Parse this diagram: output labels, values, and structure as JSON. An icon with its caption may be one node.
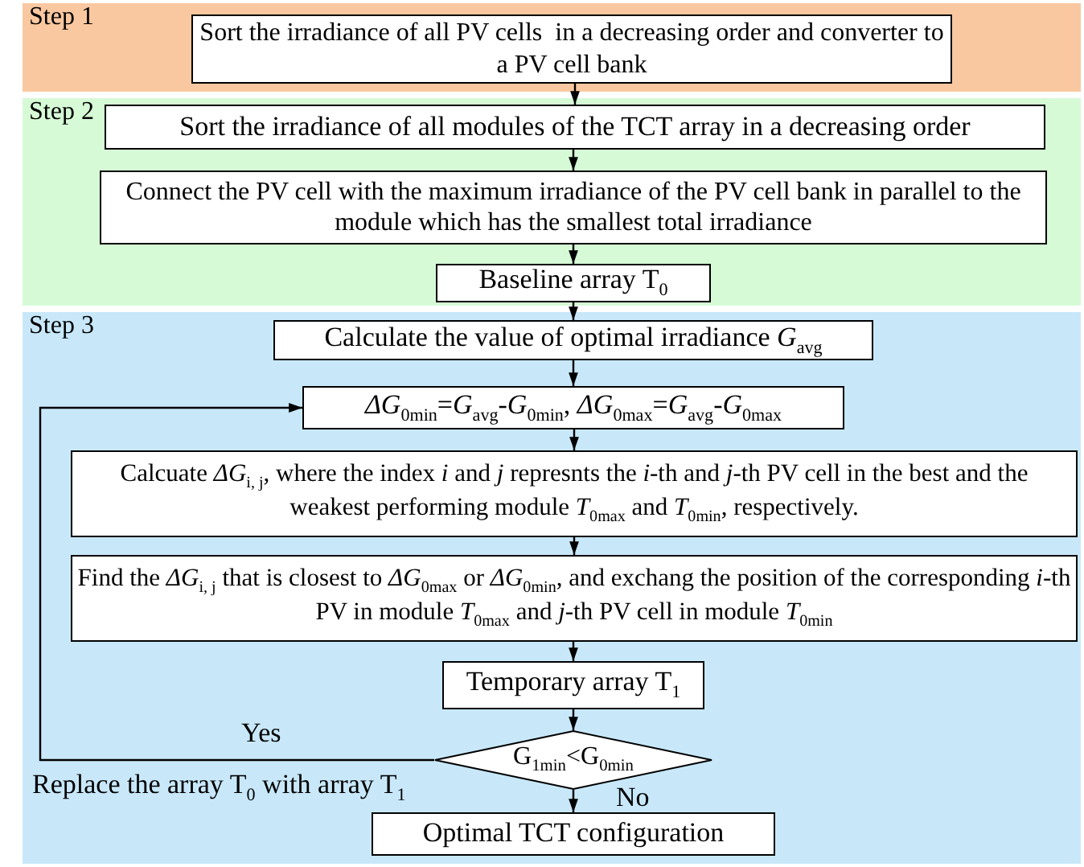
{
  "diagram": {
    "nodes": [
      {
        "text": [
          "Step 1"
        ]
      },
      {
        "text": [
          "Sort the irradiance of all PV cells  in a decreasing order and converter to a PV cell bank"
        ],
        "in": 0
      },
      {
        "text": [
          "Step 2"
        ]
      },
      {
        "text": [
          "Sort the irradiance of all modules of the TCT array in a decreasing order"
        ],
        "in": 2
      },
      {
        "text": [
          "Connect the PV cell with the maximum irradiance of the PV cell bank in parallel to the module which has the smallest total irradiance"
        ],
        "in": 2
      },
      {
        "text": [
          "Baseline array T$_{0}$"
        ],
        "in": 2
      },
      {
        "text": [
          "Step 3"
        ]
      },
      {
        "text": [
          "Calculate the value of optimal irradiance *G*$_{avg}$"
        ],
        "in": 6
      },
      {
        "text": [
          "*ΔG*$_{0min}$=*G*$_{avg}$-*G*$_{0min}$, *ΔG*$_{0max}$=*G*$_{avg}$-*G*$_{0max}$"
        ],
        "in": 6
      },
      {
        "text": [
          "Calcuate *ΔG*$_{i, j}$, where the index *i* and *j* represnts the *i*-th and *j*-th PV cell in the best and the weakest performing module *T*$_{0max}$ and *T*$_{0min}$, respectively."
        ],
        "in": 6
      },
      {
        "text": [
          "Find the *ΔG*$_{i, j}$ that is closest to *ΔG*$_{0max}$ or *ΔG*$_{0min}$, and exchang the position of the corresponding *i*-th PV in module *T*$_{0max}$ and *j*-th PV cell in module *T*$_{0min}$"
        ],
        "in": 6
      },
      {
        "text": [
          "Temporary array T$_{1}$"
        ],
        "in": 6
      },
      {
        "text": [
          "G$_{1min}$<G$_{0min}$"
        ],
        "in": 6
      },
      {
        "text": [
          "Optimal TCT configuration"
        ],
        "in": 6
      }
    ],
    "edges": [
      {
        "from": 1,
        "to": 3,
        "arrow": "to"
      },
      {
        "from": 3,
        "to": 4,
        "arrow": "to"
      },
      {
        "from": 4,
        "to": 5,
        "arrow": "to"
      },
      {
        "from": 5,
        "to": 7,
        "arrow": "to"
      },
      {
        "from": 7,
        "to": 8,
        "arrow": "to"
      },
      {
        "from": 8,
        "to": 9,
        "arrow": "to"
      },
      {
        "from": 9,
        "to": 10,
        "arrow": "to"
      },
      {
        "from": 10,
        "to": 11,
        "arrow": "to"
      },
      {
        "from": 11,
        "to": 12,
        "arrow": "to"
      },
      {
        "from": 12,
        "to": 8,
        "label": "Yes",
        "arrow": "to"
      },
      {
        "from": 12,
        "to": 13,
        "label": "No",
        "arrow": "to"
      }
    ],
    "labels": [
      "Replace the array T$_{0}$ with array T$_{1}$"
    ]
  }
}
